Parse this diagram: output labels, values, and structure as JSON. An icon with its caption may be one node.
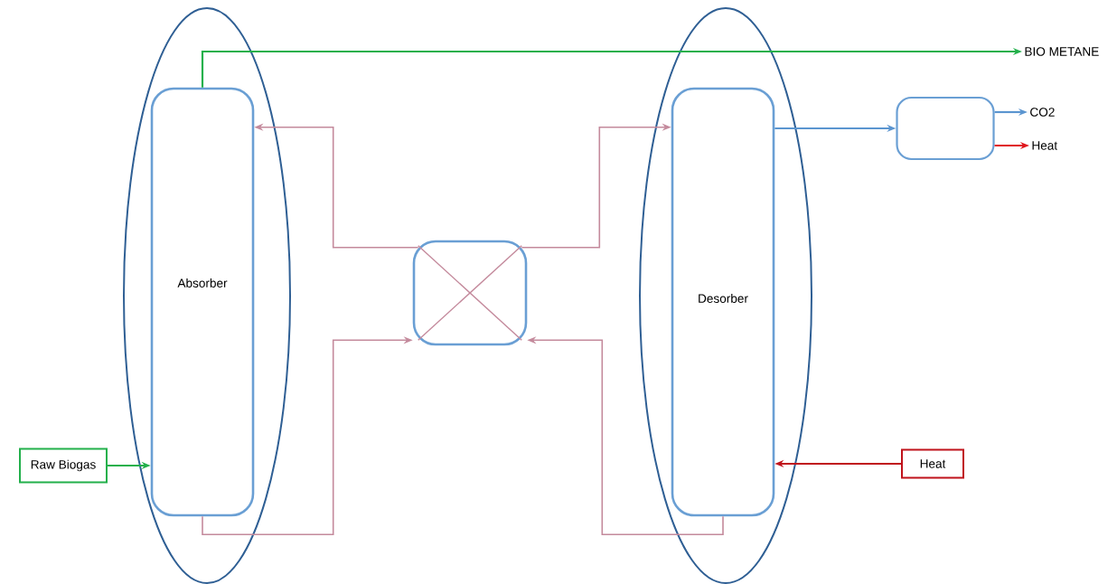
{
  "diagram": {
    "nodes": [
      {
        "text": [
          "Absorber"
        ]
      },
      {
        "text": [],
        "shape": "box"
      },
      {
        "text": [
          "Desorber"
        ]
      },
      {
        "text": [],
        "shape": "box"
      },
      {
        "text": [
          "Raw Biogas"
        ]
      },
      {
        "text": [
          "Heat"
        ]
      },
      {
        "text": [
          "BIO METANE"
        ]
      },
      {
        "text": [
          "CO2"
        ]
      },
      {
        "text": [
          "Heat"
        ]
      }
    ],
    "edges": [
      {
        "from": 0,
        "to": 6,
        "arrow": "to",
        "color": "#22b04b"
      },
      {
        "from": 4,
        "to": 0,
        "arrow": "to",
        "color": "#22b04b"
      },
      {
        "from": 5,
        "to": 2,
        "arrow": "to",
        "color": "#c0121b"
      },
      {
        "from": 2,
        "to": 3,
        "arrow": "to",
        "color": "#5b95d0"
      },
      {
        "from": 3,
        "to": 7,
        "arrow": "to",
        "color": "#5b95d0"
      },
      {
        "from": 3,
        "to": 8,
        "arrow": "to",
        "color": "#e0151c"
      },
      {
        "from": 0,
        "to": 1,
        "arrow": "to"
      },
      {
        "from": 1,
        "to": 0,
        "arrow": "to"
      },
      {
        "from": 1,
        "to": 2,
        "arrow": "to"
      },
      {
        "from": 2,
        "to": 1,
        "arrow": "to"
      }
    ]
  }
}
